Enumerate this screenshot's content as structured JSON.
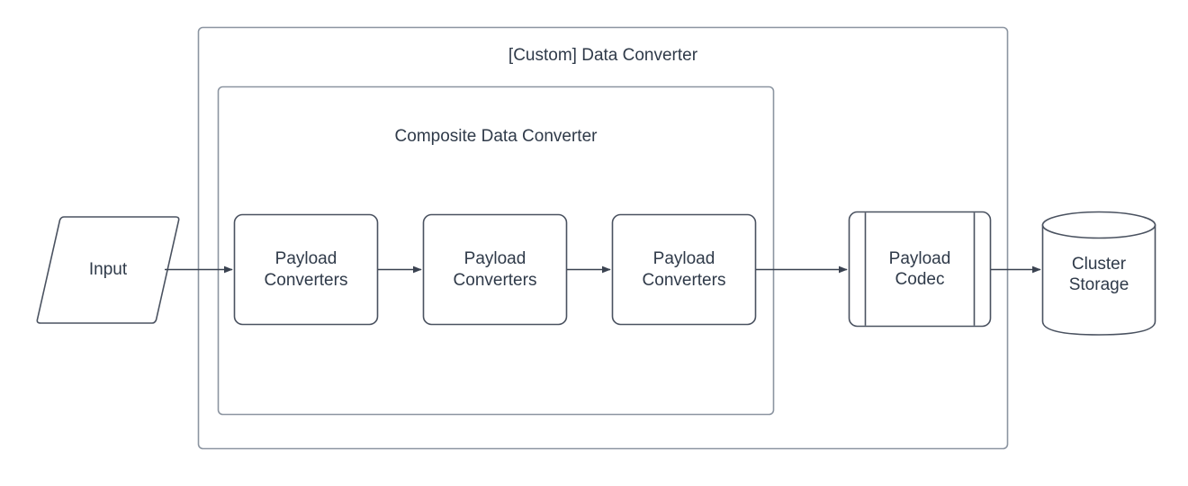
{
  "diagram": {
    "title_outer": "[Custom] Data Converter",
    "title_inner": "Composite Data Converter",
    "colors": {
      "container_stroke": "#8c95a1",
      "shape_stroke": "#4a5260",
      "text": "#2f3a49",
      "arrow": "#3a4250",
      "background": "#ffffff"
    },
    "nodes": {
      "input": {
        "label": "Input",
        "shape": "parallelogram"
      },
      "converter_1": {
        "label": "Payload\nConverters",
        "shape": "rounded-rect"
      },
      "converter_2": {
        "label": "Payload\nConverters",
        "shape": "rounded-rect"
      },
      "converter_3": {
        "label": "Payload\nConverters",
        "shape": "rounded-rect"
      },
      "payload_codec": {
        "label": "Payload\nCodec",
        "shape": "predefined-process"
      },
      "cluster_storage": {
        "label": "Cluster\nStorage",
        "shape": "cylinder"
      }
    },
    "edges": [
      {
        "from": "input",
        "to": "converter_1"
      },
      {
        "from": "converter_1",
        "to": "converter_2"
      },
      {
        "from": "converter_2",
        "to": "converter_3"
      },
      {
        "from": "converter_3",
        "to": "payload_codec"
      },
      {
        "from": "payload_codec",
        "to": "cluster_storage"
      }
    ]
  }
}
